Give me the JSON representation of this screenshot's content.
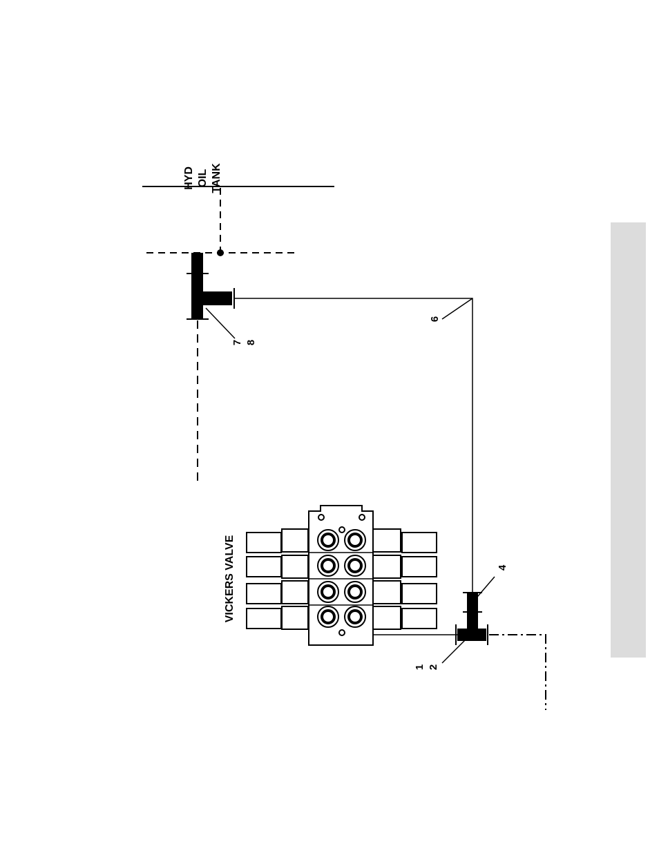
{
  "diagram": {
    "labels": {
      "tank_line1": "HYD",
      "tank_line2": "OIL",
      "tank_line3": "TANK",
      "valve": "VICKERS VALVE"
    },
    "callouts": {
      "c1": "1",
      "c2": "2",
      "c4": "4",
      "c6": "6",
      "c7": "7",
      "c8": "8"
    }
  },
  "colors": {
    "line": "#000000",
    "band": "#dcdcdc",
    "background": "#ffffff"
  }
}
